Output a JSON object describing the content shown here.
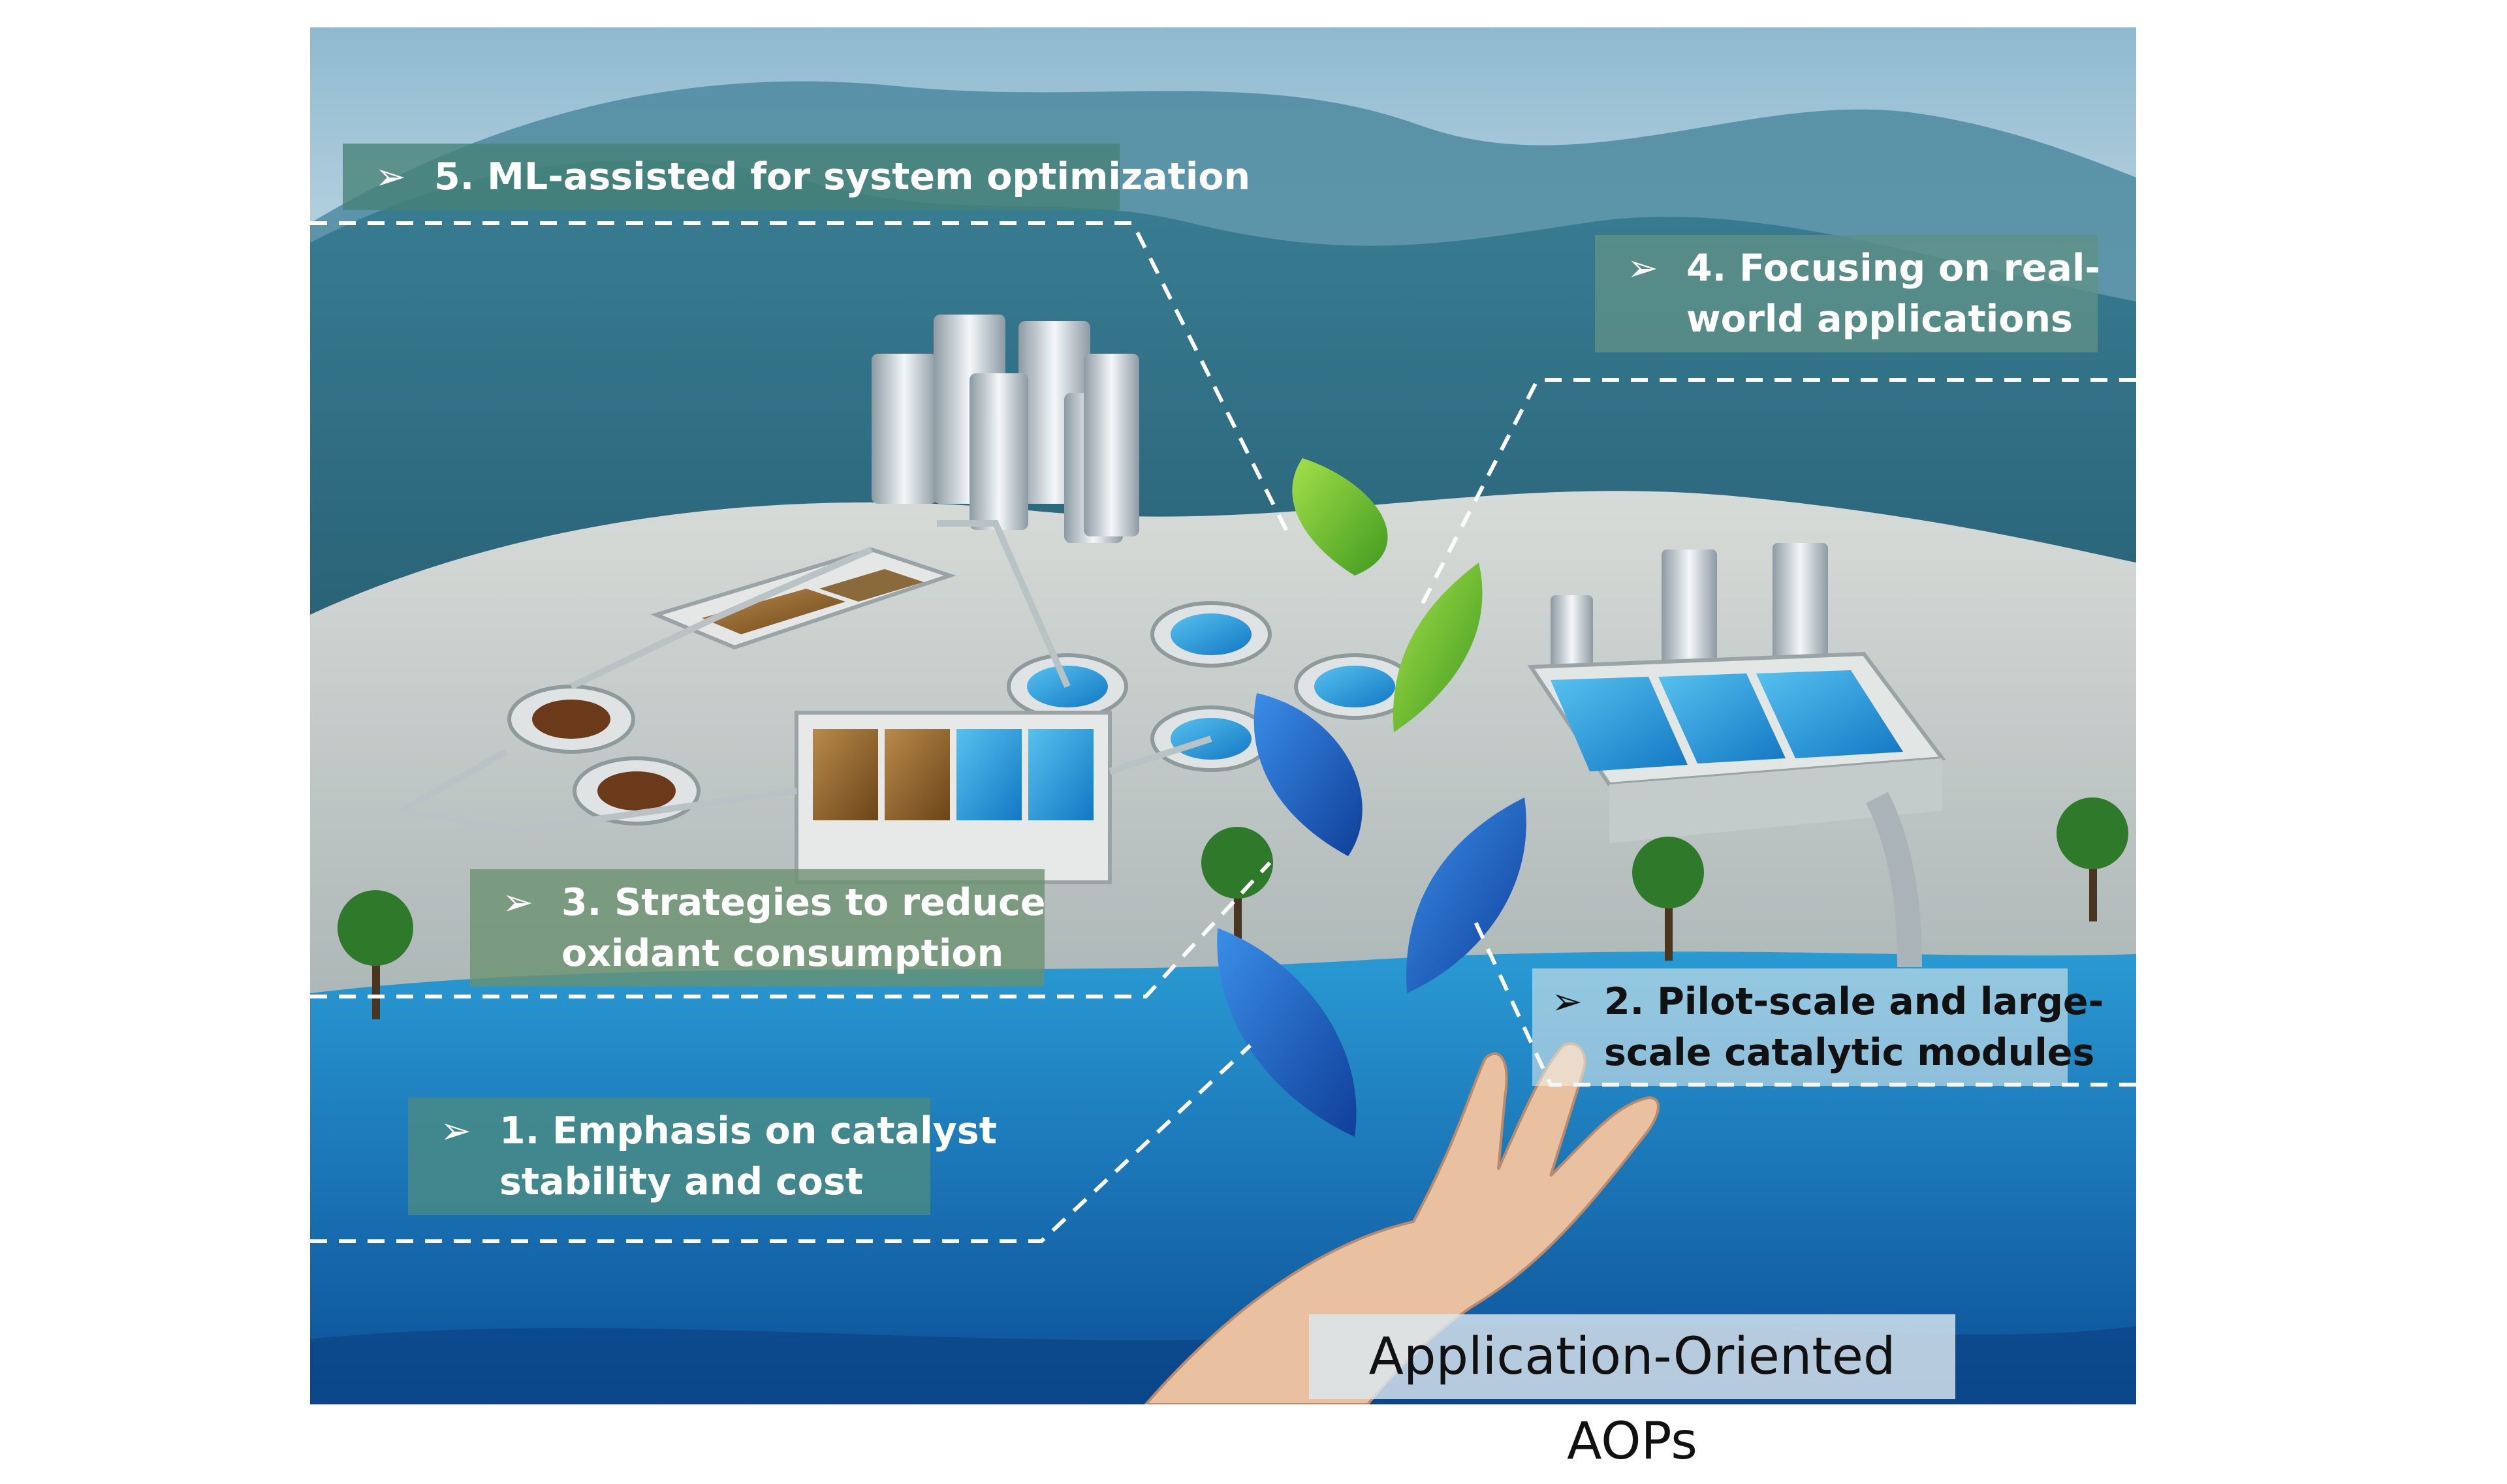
{
  "labels": [
    {
      "id": "step5",
      "lines": [
        "5. ML-assisted for system optimization"
      ]
    },
    {
      "id": "step4",
      "lines": [
        "4. Focusing on real-",
        "world applications"
      ]
    },
    {
      "id": "step3",
      "lines": [
        "3. Strategies to reduce",
        "oxidant consumption"
      ]
    },
    {
      "id": "step2",
      "lines": [
        "2. Pilot-scale and large-",
        "scale catalytic modules"
      ]
    },
    {
      "id": "step1",
      "lines": [
        "1. Emphasis on catalyst",
        "stability and cost"
      ]
    }
  ],
  "arrow_glyph": "➢",
  "title": "Application-Oriented AOPs",
  "colors": {
    "sky": "#bcd8e4",
    "mountain": "#2e6e86",
    "ground": "#c9cdca",
    "sea": "#1a86c8",
    "label_panel": "#3f7b72",
    "leaf_green": "#7cc431",
    "leaf_blue": "#1957b8"
  },
  "icons": [
    "storage-tank-icon",
    "clarifier-tank-icon",
    "treatment-basin-icon",
    "leaf-icon",
    "hand-icon",
    "tree-icon",
    "outlet-pipe-icon"
  ]
}
